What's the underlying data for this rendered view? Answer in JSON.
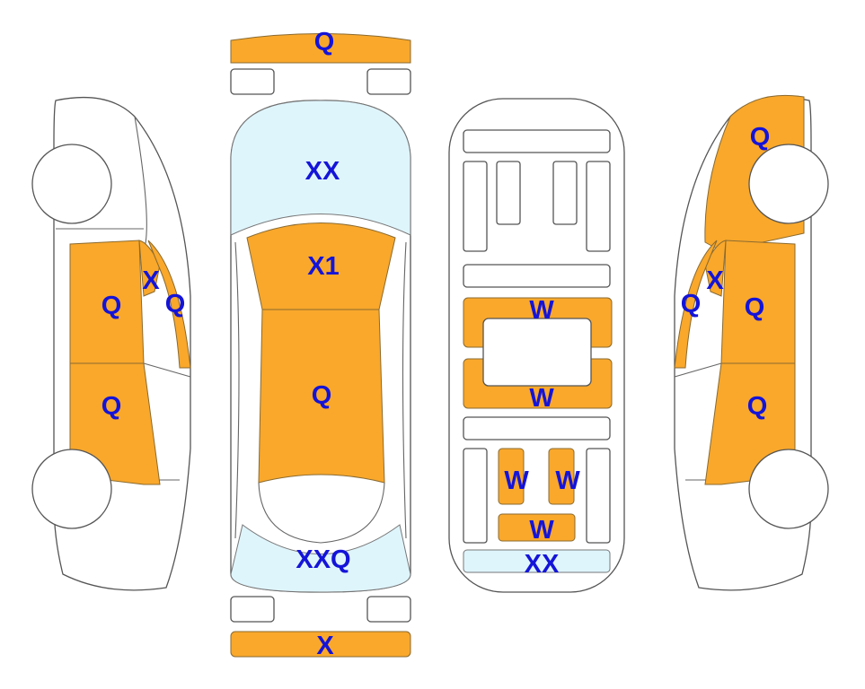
{
  "colors": {
    "damage": "#F9A82B",
    "glass": "#DFF5FC",
    "label": "#1414D8"
  },
  "top_view": {
    "front_bumper": "Q",
    "windshield": "XX",
    "hood": "X1",
    "roof": "Q",
    "rear_window": "XXQ",
    "rear_bumper": "X"
  },
  "left_side": {
    "front_door": "Q",
    "a_pillar": "X",
    "window_frame": "Q",
    "rear_door": "Q"
  },
  "underside": {
    "front_panel": "W",
    "rear_panel": "W",
    "left_small": "W",
    "right_small": "W",
    "bottom_small": "W",
    "rear_glass": "XX"
  },
  "right_side": {
    "fender": "Q",
    "a_pillar": "X",
    "window_frame": "Q",
    "front_door": "Q",
    "rear_door": "Q"
  }
}
